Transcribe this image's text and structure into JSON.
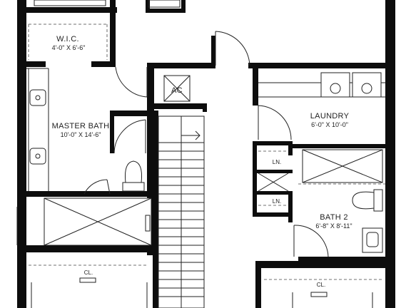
{
  "rooms": {
    "wic": {
      "name": "W.I.C.",
      "size": "4'-0\" X 6'-6\""
    },
    "master_bath": {
      "name": "MASTER BATH",
      "size": "10'-0\" X 14'-6\""
    },
    "laundry": {
      "name": "LAUNDRY",
      "size": "6'-0\" X 10'-0\""
    },
    "bath2": {
      "name": "BATH 2",
      "size": "6'-8\" X 8'-11\""
    }
  },
  "labels": {
    "ac": "AC",
    "linen_upper": "LN.",
    "linen_lower": "LN.",
    "closet_left": "CL.",
    "closet_right": "CL."
  },
  "colors": {
    "wall": "#0d0d0d",
    "line": "#222222",
    "background": "#ffffff"
  }
}
